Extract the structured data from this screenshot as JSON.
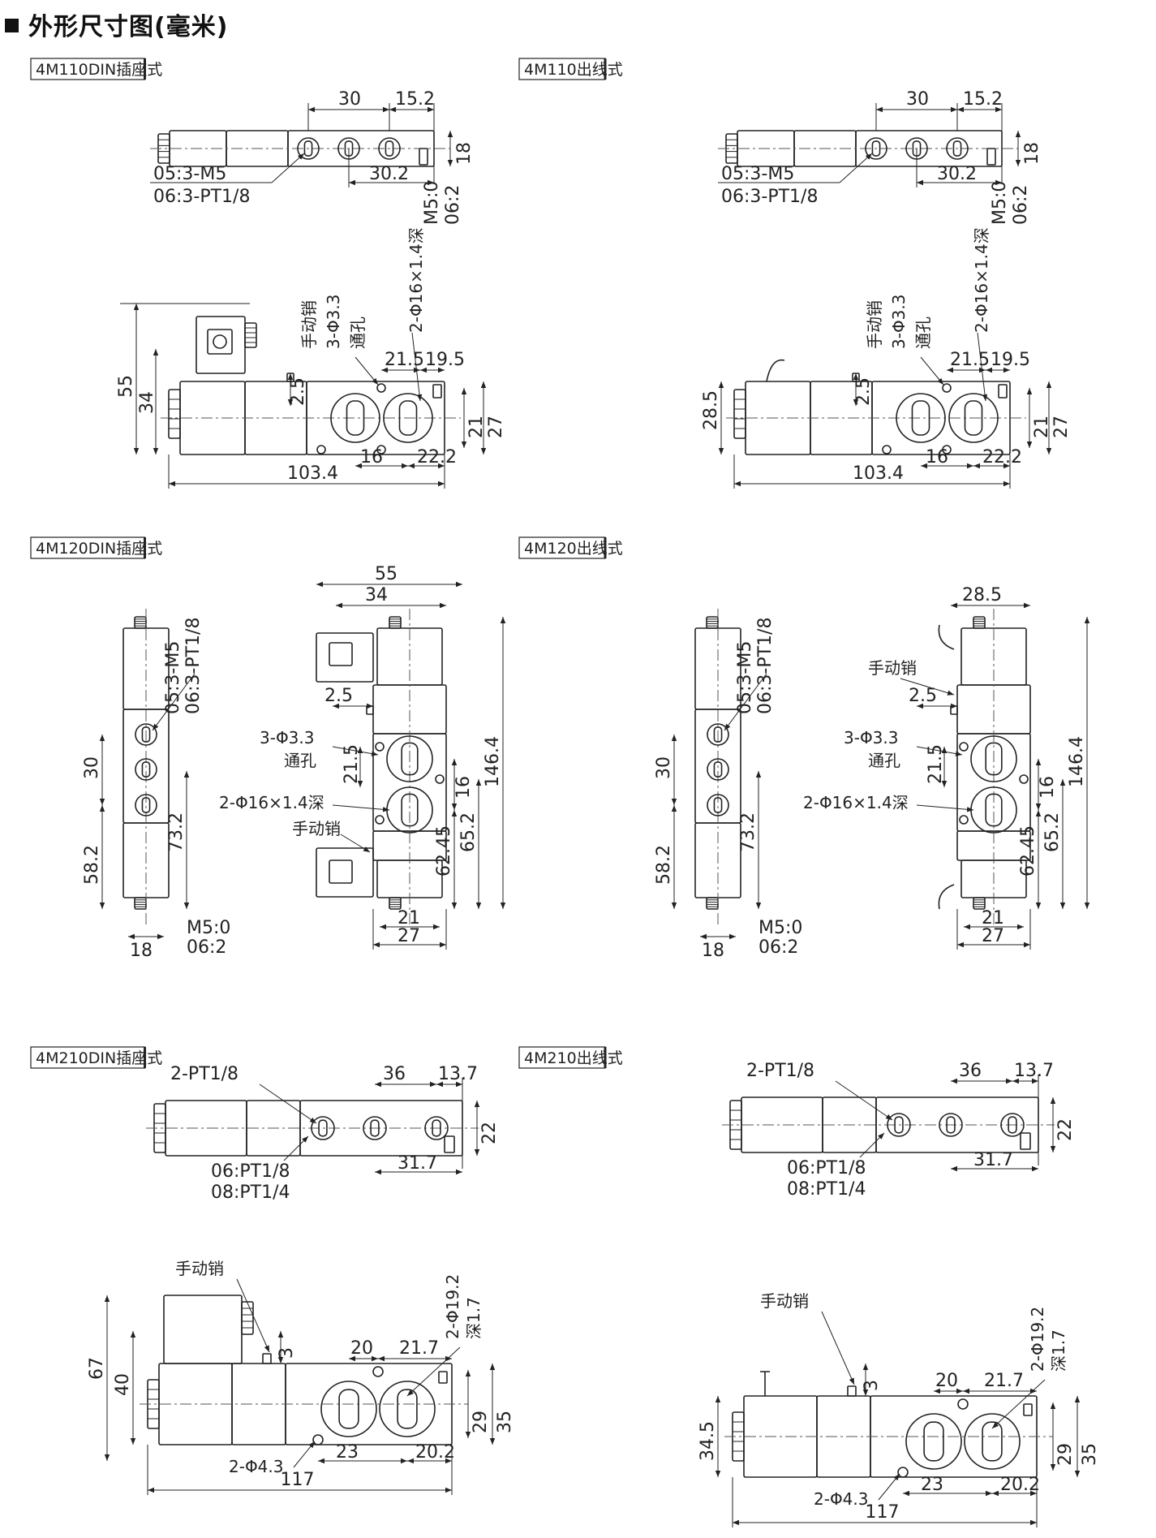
{
  "title": "外形尺寸图(毫米)",
  "views": [
    {
      "id": "4m110-din",
      "label": "4M110DIN插座式",
      "top": {
        "dims": [
          "30",
          "15.2",
          "18",
          "30.2",
          "M5:0",
          "06:2"
        ],
        "ports": [
          "05:3-M5",
          "06:3-PT1/8"
        ]
      },
      "side": {
        "dims": [
          "55",
          "34",
          "2.5",
          "21.5",
          "19.5",
          "21",
          "27",
          "16",
          "22.2",
          "103.4"
        ],
        "notes": [
          "手动销",
          "3-Φ3.3",
          "通孔",
          "2-Φ16×1.4深"
        ]
      }
    },
    {
      "id": "4m110-wire",
      "label": "4M110出线式",
      "top": {
        "dims": [
          "30",
          "15.2",
          "18",
          "30.2",
          "M5:0",
          "06:2"
        ],
        "ports": [
          "05:3-M5",
          "06:3-PT1/8"
        ]
      },
      "side": {
        "dims": [
          "28.5",
          "2.5",
          "21.5",
          "19.5",
          "21",
          "27",
          "16",
          "22.2",
          "103.4"
        ],
        "notes": [
          "手动销",
          "3-Φ3.3",
          "通孔",
          "2-Φ16×1.4深"
        ]
      }
    },
    {
      "id": "4m120-din",
      "label": "4M120DIN插座式",
      "narrow": {
        "dims": [
          "30",
          "58.2",
          "73.2",
          "18",
          "M5:0",
          "06:2"
        ],
        "ports": [
          "05:3-M5",
          "06:3-PT1/8"
        ]
      },
      "front": {
        "dims": [
          "55",
          "34",
          "2.5",
          "21.5",
          "16",
          "62.45",
          "65.2",
          "146.4",
          "21",
          "27"
        ],
        "notes": [
          "3-Φ3.3",
          "通孔",
          "2-Φ16×1.4深",
          "手动销"
        ]
      }
    },
    {
      "id": "4m120-wire",
      "label": "4M120出线式",
      "narrow": {
        "dims": [
          "30",
          "58.2",
          "73.2",
          "18",
          "M5:0",
          "06:2"
        ],
        "ports": [
          "05:3-M5",
          "06:3-PT1/8"
        ]
      },
      "front": {
        "dims": [
          "28.5",
          "2.5",
          "21.5",
          "16",
          "62.45",
          "65.2",
          "146.4",
          "21",
          "27"
        ],
        "notes": [
          "手动销",
          "3-Φ3.3",
          "通孔",
          "2-Φ16×1.4深"
        ]
      }
    },
    {
      "id": "4m210-din",
      "label": "4M210DIN插座式",
      "top": {
        "dims": [
          "36",
          "13.7",
          "22",
          "31.7"
        ],
        "ports": [
          "2-PT1/8",
          "06:PT1/8",
          "08:PT1/4"
        ]
      },
      "side": {
        "dims": [
          "67",
          "40",
          "3",
          "20",
          "21.7",
          "29",
          "35",
          "23",
          "20.2",
          "117"
        ],
        "notes": [
          "手动销",
          "2-Φ19.2",
          "深1.7",
          "2-Φ4.3"
        ]
      }
    },
    {
      "id": "4m210-wire",
      "label": "4M210出线式",
      "top": {
        "dims": [
          "36",
          "13.7",
          "22",
          "31.7"
        ],
        "ports": [
          "2-PT1/8",
          "06:PT1/8",
          "08:PT1/4"
        ]
      },
      "side": {
        "dims": [
          "34.5",
          "3",
          "20",
          "21.7",
          "29",
          "35",
          "23",
          "20.2",
          "117"
        ],
        "notes": [
          "手动销",
          "2-Φ19.2",
          "深1.7",
          "2-Φ4.3"
        ]
      }
    }
  ]
}
